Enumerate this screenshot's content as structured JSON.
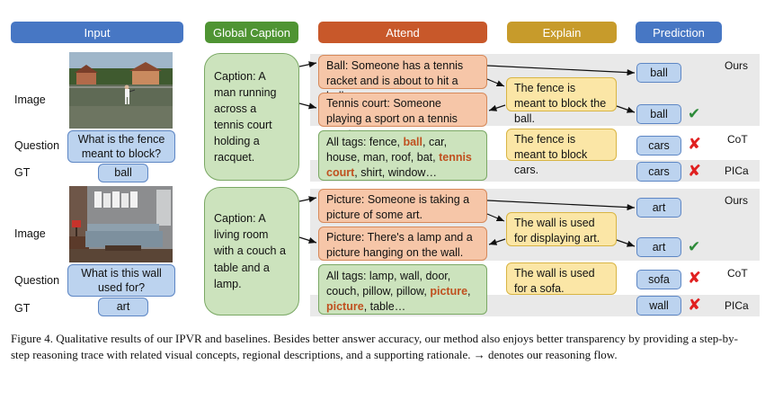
{
  "headers": {
    "input": "Input",
    "global_caption": "Global Caption",
    "attend": "Attend",
    "explain": "Explain",
    "prediction": "Prediction"
  },
  "colors": {
    "input_header": "#4777c4",
    "caption_header": "#4f9433",
    "attend_header": "#c8582a",
    "explain_header": "#c79b2b",
    "prediction_header": "#4777c4",
    "correct": "#2e8b3a",
    "wrong": "#e02020"
  },
  "row_labels": {
    "image": "Image",
    "question": "Question",
    "gt": "GT"
  },
  "methods": {
    "ours": "Ours",
    "cot": "CoT",
    "pica": "PICa"
  },
  "examples": [
    {
      "question": "What is the fence meant to block?",
      "gt": "ball",
      "caption": "Caption: A man running across a tennis court holding a racquet.",
      "attend": [
        "Ball: Someone has a tennis racket and is about to hit a ball.",
        "Tennis court: Someone playing a sport on a tennis court."
      ],
      "tags": {
        "pre": "All tags: fence, ",
        "h1": "ball",
        "mid": ", car, house, man, roof, bat, ",
        "h2": "tennis court",
        "post": ", shirt, window…"
      },
      "explain": {
        "ours": "The fence is meant to block the ball.",
        "cot": "The fence is meant to block cars."
      },
      "predictions": [
        "ball",
        "ball",
        "cars",
        "cars"
      ],
      "marks": [
        "✔",
        "✘",
        "✘"
      ]
    },
    {
      "question": "What is this wall used for?",
      "gt": "art",
      "caption": "Caption: A living room with a couch a table and a lamp.",
      "attend": [
        "Picture: Someone is taking a picture of some art.",
        "Picture: There's a lamp and a picture hanging on the wall."
      ],
      "tags": {
        "pre": "All tags: lamp, wall, door, couch, pillow, pillow, ",
        "h1": "picture",
        "mid": ", ",
        "h2": "picture",
        "post": ", table…"
      },
      "explain": {
        "ours": "The wall is used for displaying art.",
        "cot": "The wall is used for a sofa."
      },
      "predictions": [
        "art",
        "art",
        "sofa",
        "wall"
      ],
      "marks": [
        "✔",
        "✘",
        "✘"
      ]
    }
  ],
  "caption_text": "Figure 4. Qualitative results of our IPVR and baselines. Besides better answer accuracy, our method also enjoys better transparency by providing a step-by-step reasoning trace with related visual concepts, regional descriptions, and a supporting rationale. → denotes our reasoning flow."
}
